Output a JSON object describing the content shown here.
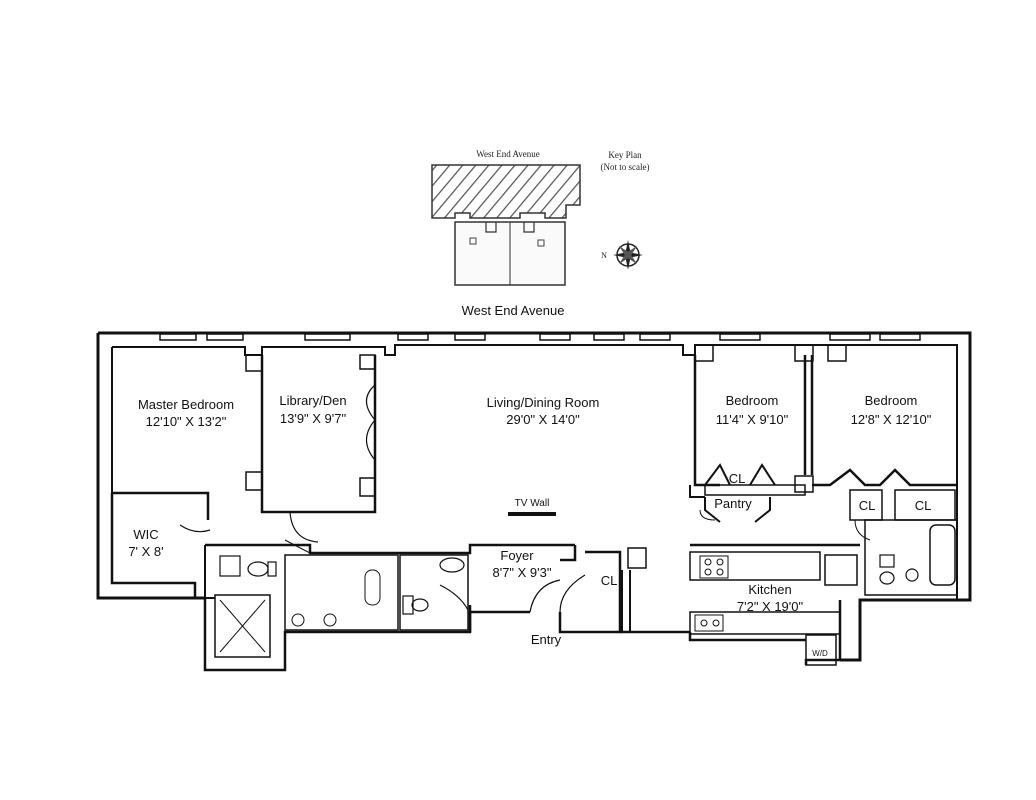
{
  "key_plan": {
    "street": "West End Avenue",
    "title": "Key Plan",
    "note": "(Not to scale)",
    "compass_letter": "N"
  },
  "street_label": "West End Avenue",
  "rooms": {
    "master_bedroom": {
      "name": "Master Bedroom",
      "dims": "12'10\" X 13'2\""
    },
    "library": {
      "name": "Library/Den",
      "dims": "13'9\" X 9'7\""
    },
    "living": {
      "name": "Living/Dining Room",
      "dims": "29'0\" X 14'0\""
    },
    "bedroom2": {
      "name": "Bedroom",
      "dims": "11'4\" X 9'10\""
    },
    "bedroom3": {
      "name": "Bedroom",
      "dims": "12'8\" X 12'10\""
    },
    "wic": {
      "name": "WIC",
      "dims": "7' X 8'"
    },
    "foyer": {
      "name": "Foyer",
      "dims": "8'7\" X 9'3\""
    },
    "kitchen": {
      "name": "Kitchen",
      "dims": "7'2\" X 19'0\""
    }
  },
  "labels": {
    "tv_wall": "TV Wall",
    "pantry": "Pantry",
    "cl": "CL",
    "entry": "Entry",
    "wd": "W/D"
  }
}
